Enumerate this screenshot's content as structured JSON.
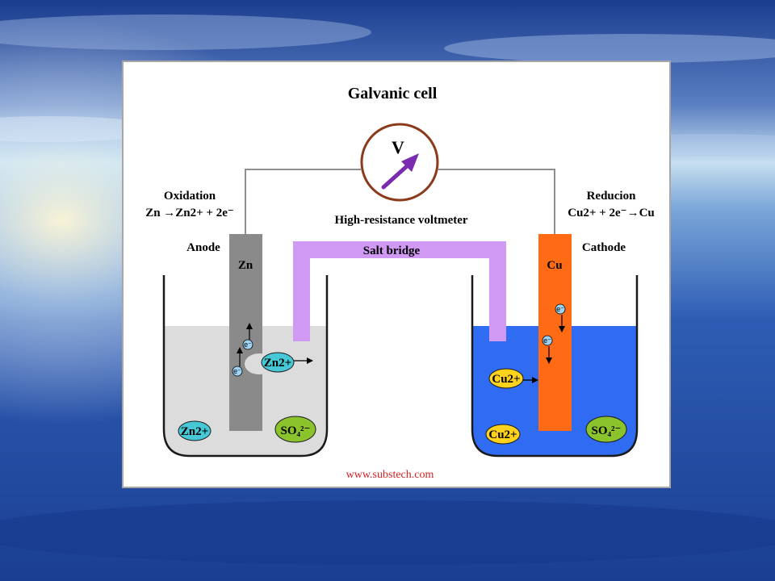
{
  "title": "Galvanic cell",
  "voltmeter": {
    "symbol": "V",
    "label": "High-resistance voltmeter"
  },
  "salt_bridge": {
    "label": "Salt bridge"
  },
  "anode": {
    "reaction_title": "Oxidation",
    "equation": "Zn →Zn2+ + 2e⁻",
    "label": "Anode",
    "electrode": "Zn",
    "ion_dissolving": "Zn2+",
    "ion_in_solution": "Zn2+",
    "anion": "SO₄²⁻",
    "electron": "e⁻"
  },
  "cathode": {
    "reaction_title": "Reducion",
    "equation": "Cu2+ + 2e⁻→Cu",
    "label": "Cathode",
    "electrode": "Cu",
    "ion_depositing": "Cu2+",
    "ion_in_solution": "Cu2+",
    "anion": "SO₄²⁻",
    "electron": "e⁻"
  },
  "source": "www.substech.com",
  "colors": {
    "zn_electrode": "#8a8a8a",
    "cu_electrode": "#ff6a14",
    "salt_bridge": "#cf99f4",
    "zn_solution": "#dcdcdc",
    "cu_solution": "#2f6cf2",
    "voltmeter_ring": "#8c3a1c",
    "voltmeter_needle": "#7a2bb0",
    "zn_ion": "#47c8d6",
    "cu_ion": "#ffd21c",
    "sulfate_ion": "#8bc32c",
    "source_text": "#d32020"
  }
}
